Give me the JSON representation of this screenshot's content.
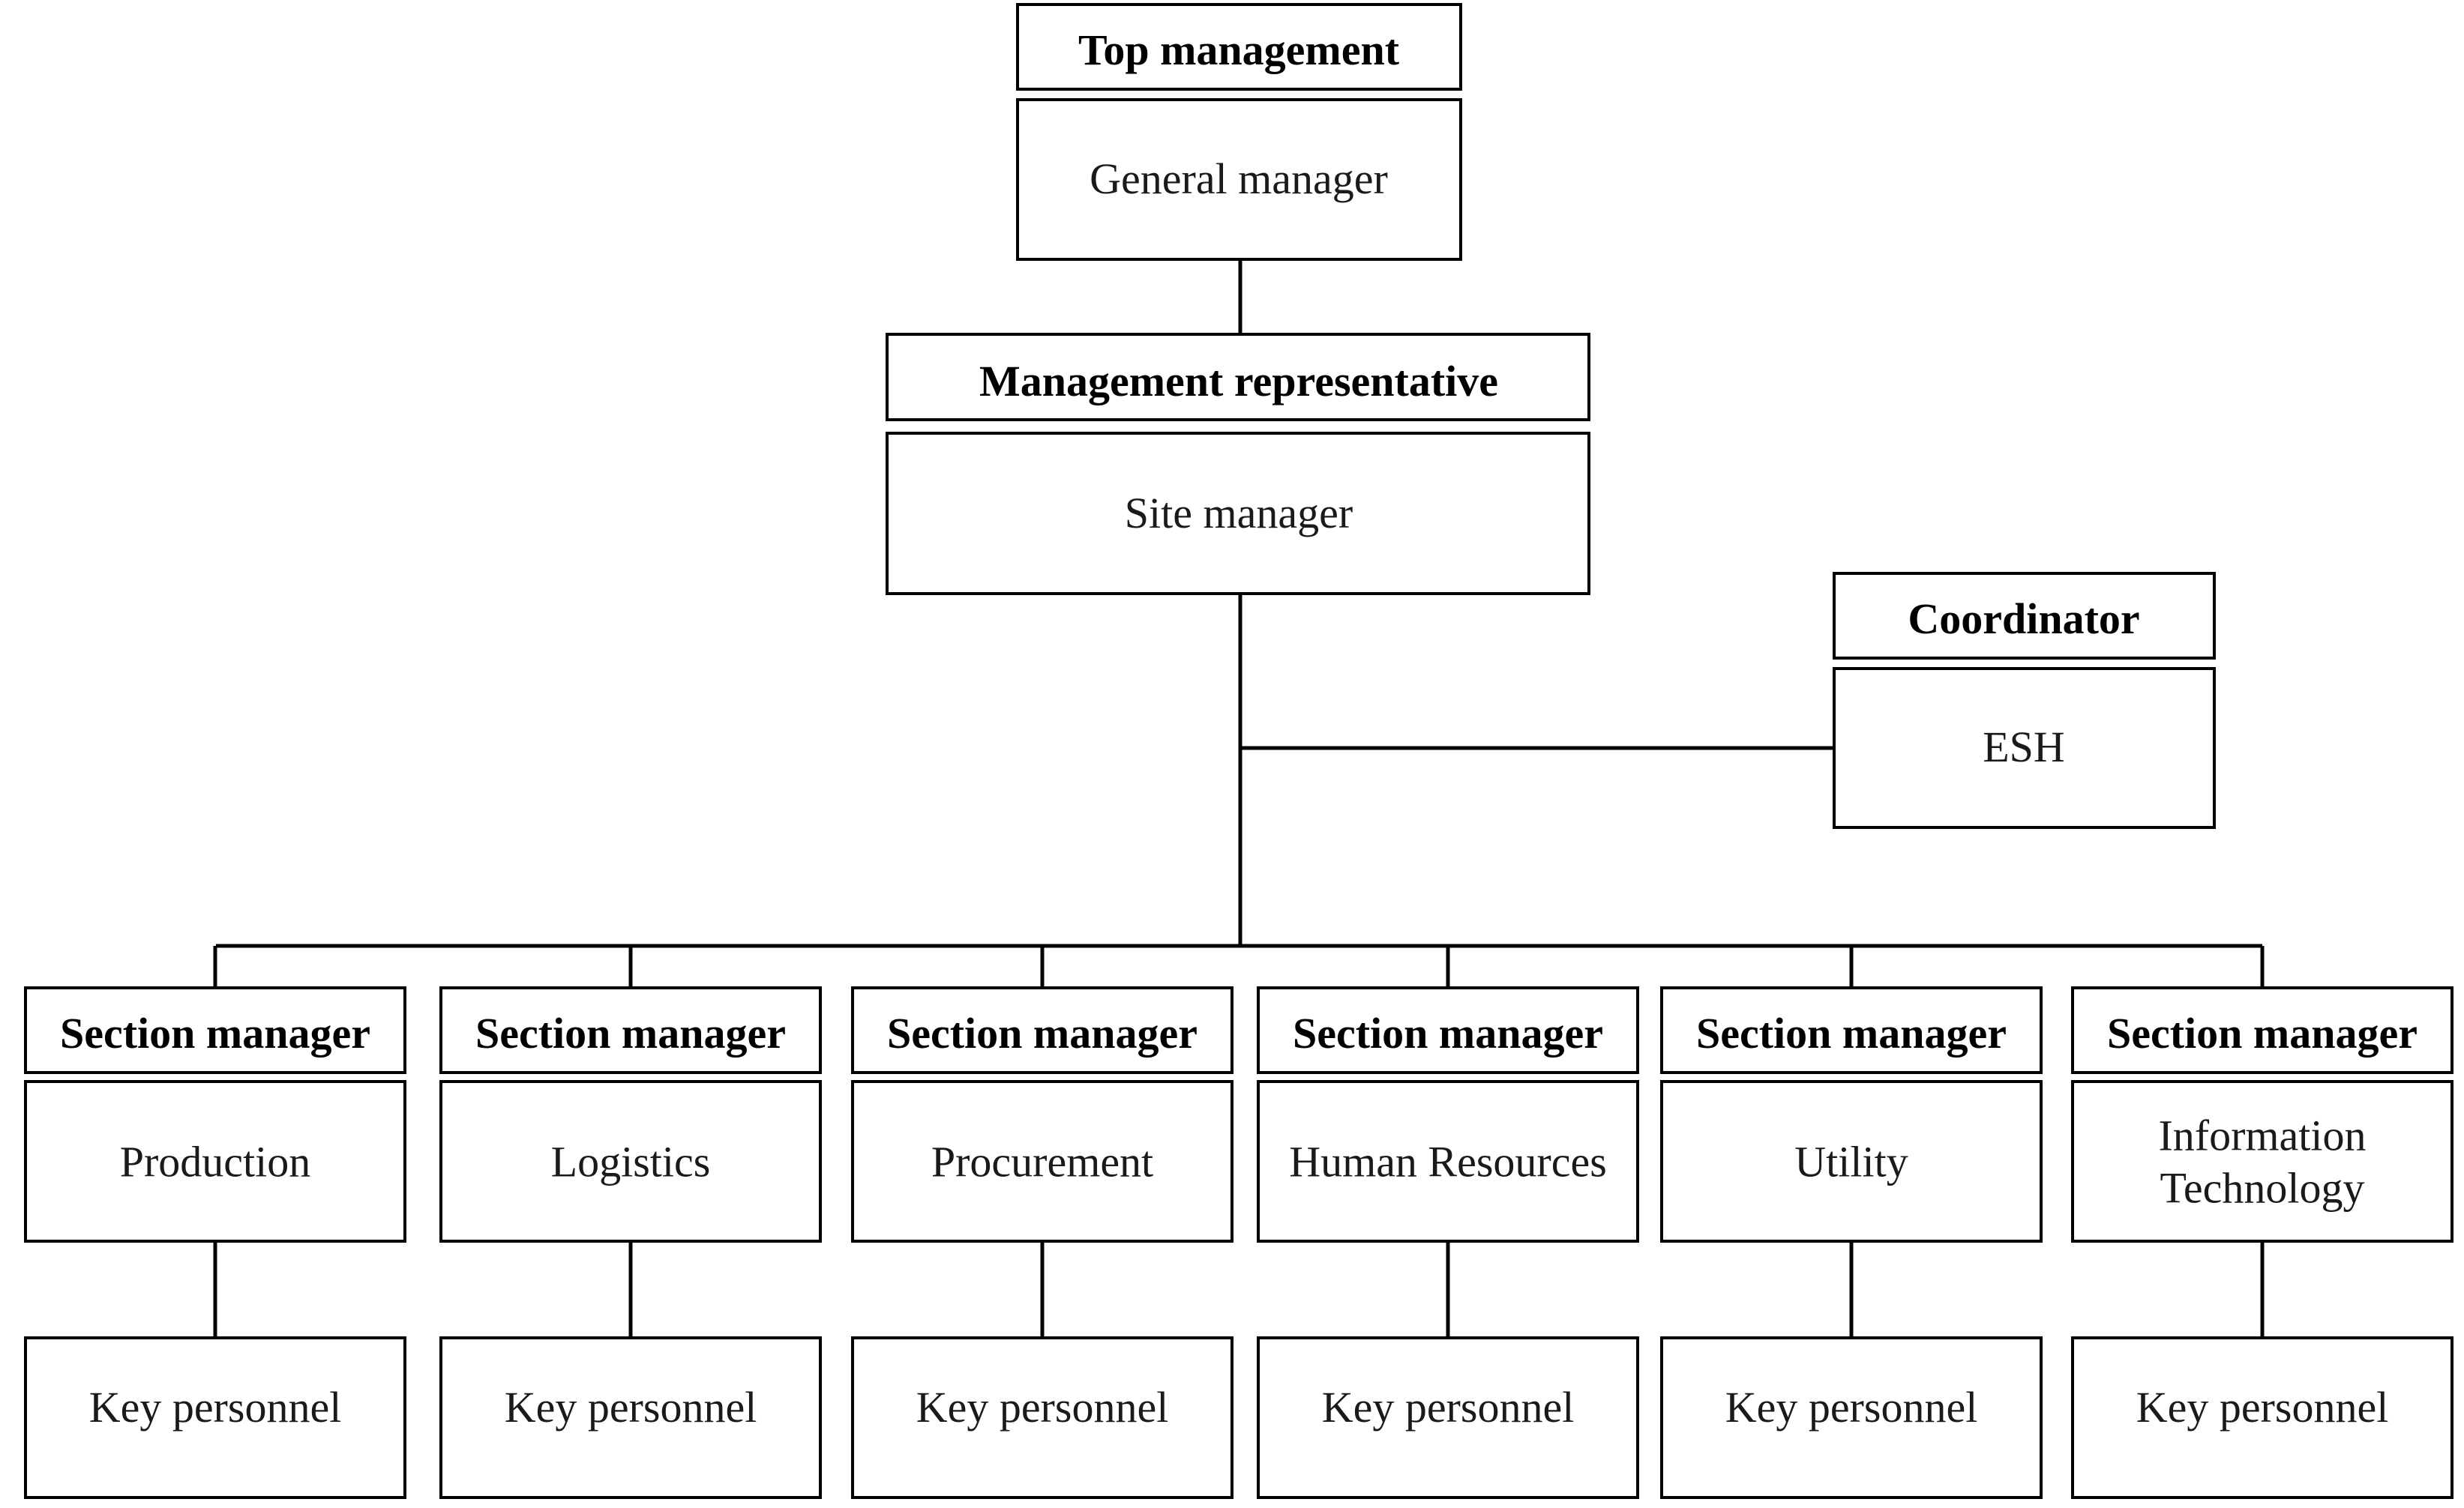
{
  "top": {
    "header": "Top management",
    "role": "General manager"
  },
  "representative": {
    "header": "Management representative",
    "role": "Site manager"
  },
  "coordinator": {
    "header": "Coordinator",
    "role": "ESH"
  },
  "sections": [
    {
      "header": "Section manager",
      "role_lines": [
        "Production"
      ],
      "personnel": "Key personnel"
    },
    {
      "header": "Section manager",
      "role_lines": [
        "Logistics"
      ],
      "personnel": "Key personnel"
    },
    {
      "header": "Section manager",
      "role_lines": [
        "Procurement"
      ],
      "personnel": "Key personnel"
    },
    {
      "header": "Section manager",
      "role_lines": [
        "Human Resources"
      ],
      "personnel": "Key personnel"
    },
    {
      "header": "Section manager",
      "role_lines": [
        "Utility"
      ],
      "personnel": "Key personnel"
    },
    {
      "header": "Section manager",
      "role_lines": [
        "Information",
        "Technology"
      ],
      "personnel": "Key personnel"
    }
  ]
}
